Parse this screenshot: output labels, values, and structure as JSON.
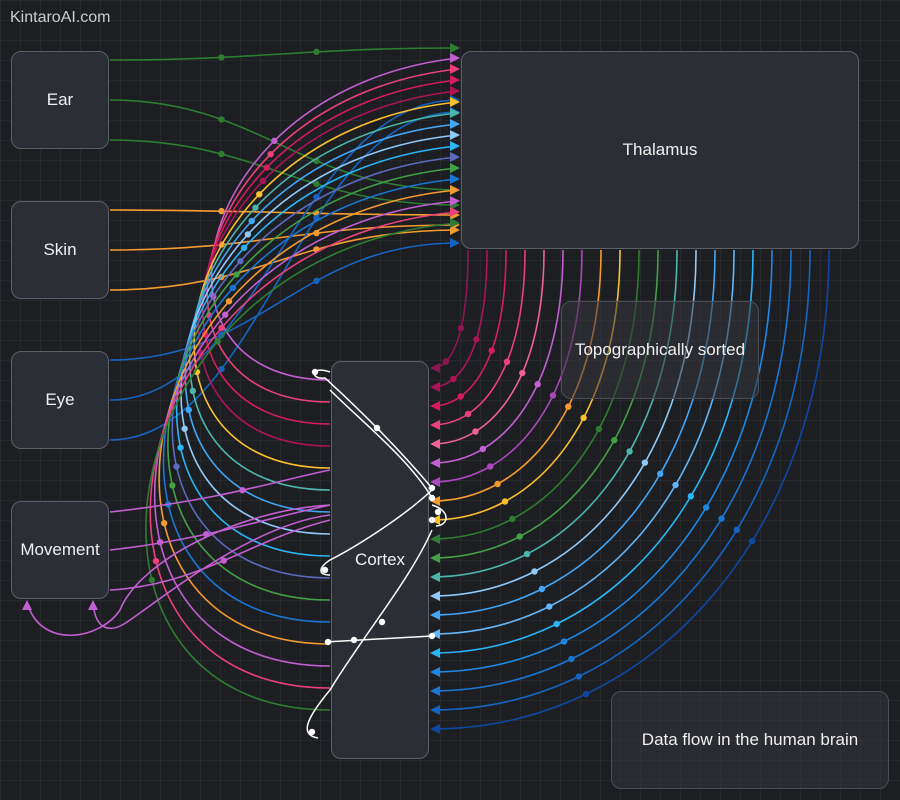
{
  "watermark": "KintaroAI.com",
  "nodes": {
    "ear": "Ear",
    "skin": "Skin",
    "eye": "Eye",
    "movement": "Movement",
    "thalamus": "Thalamus",
    "cortex": "Cortex",
    "topo_note": "Topographically sorted",
    "caption": "Data flow in the human brain"
  },
  "colors": {
    "ear_wires": "#2e7d32",
    "skin_wires": "#f39b2f",
    "eye_wires": "#1565c0",
    "movement_wires": "#c25fd1",
    "cortex_internal": "#ffffff",
    "background": "#1c1e22",
    "node_fill": "#2b2e35",
    "node_border": "#5b6068"
  },
  "wire_palette": [
    "#2e7d32",
    "#f39b2f",
    "#1e88e5",
    "#c25fd1",
    "#ec407a",
    "#d81b60",
    "#ad1457",
    "#8e1552",
    "#fbc02d",
    "#4db6ac",
    "#42a5f5",
    "#90caf9",
    "#29b6f6",
    "#5c6bc0",
    "#43a047",
    "#1976d2"
  ]
}
